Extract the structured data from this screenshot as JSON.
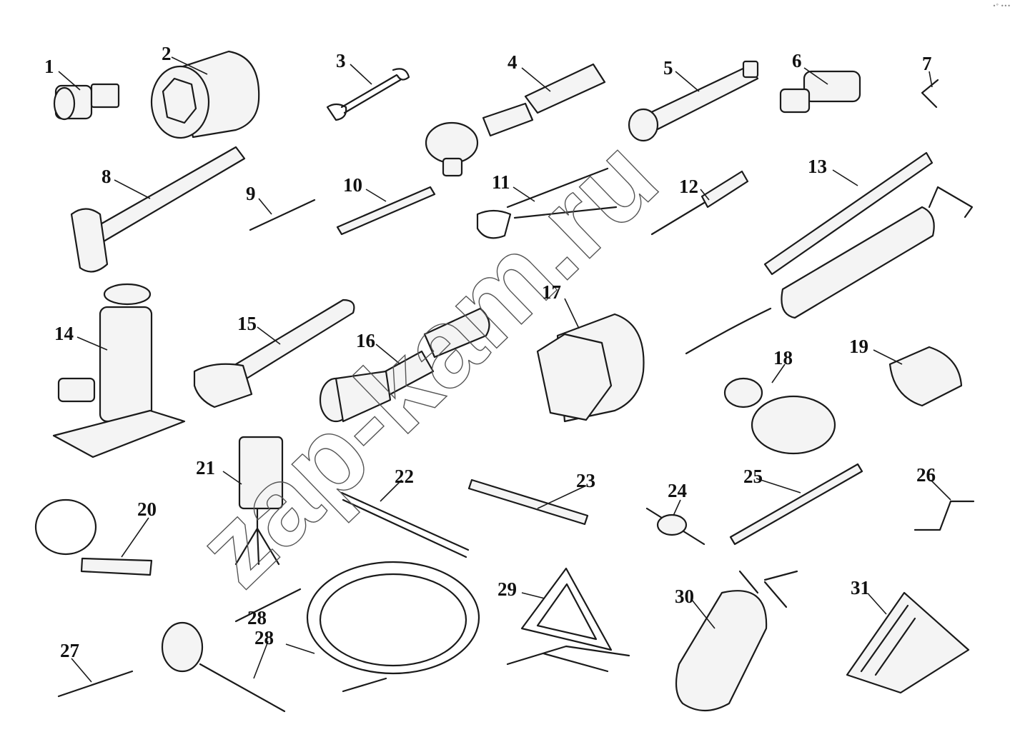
{
  "corner_text": "•° •••",
  "watermark": "zap-kam.ru",
  "labels": [
    "1",
    "2",
    "3",
    "4",
    "5",
    "6",
    "7",
    "8",
    "9",
    "10",
    "11",
    "12",
    "13",
    "14",
    "15",
    "16",
    "17",
    "18",
    "19",
    "20",
    "21",
    "22",
    "23",
    "24",
    "25",
    "26",
    "27",
    "28",
    "28",
    "29",
    "30",
    "31"
  ],
  "colors": {
    "ink": "#1a1a1a",
    "paper": "#ffffff"
  }
}
